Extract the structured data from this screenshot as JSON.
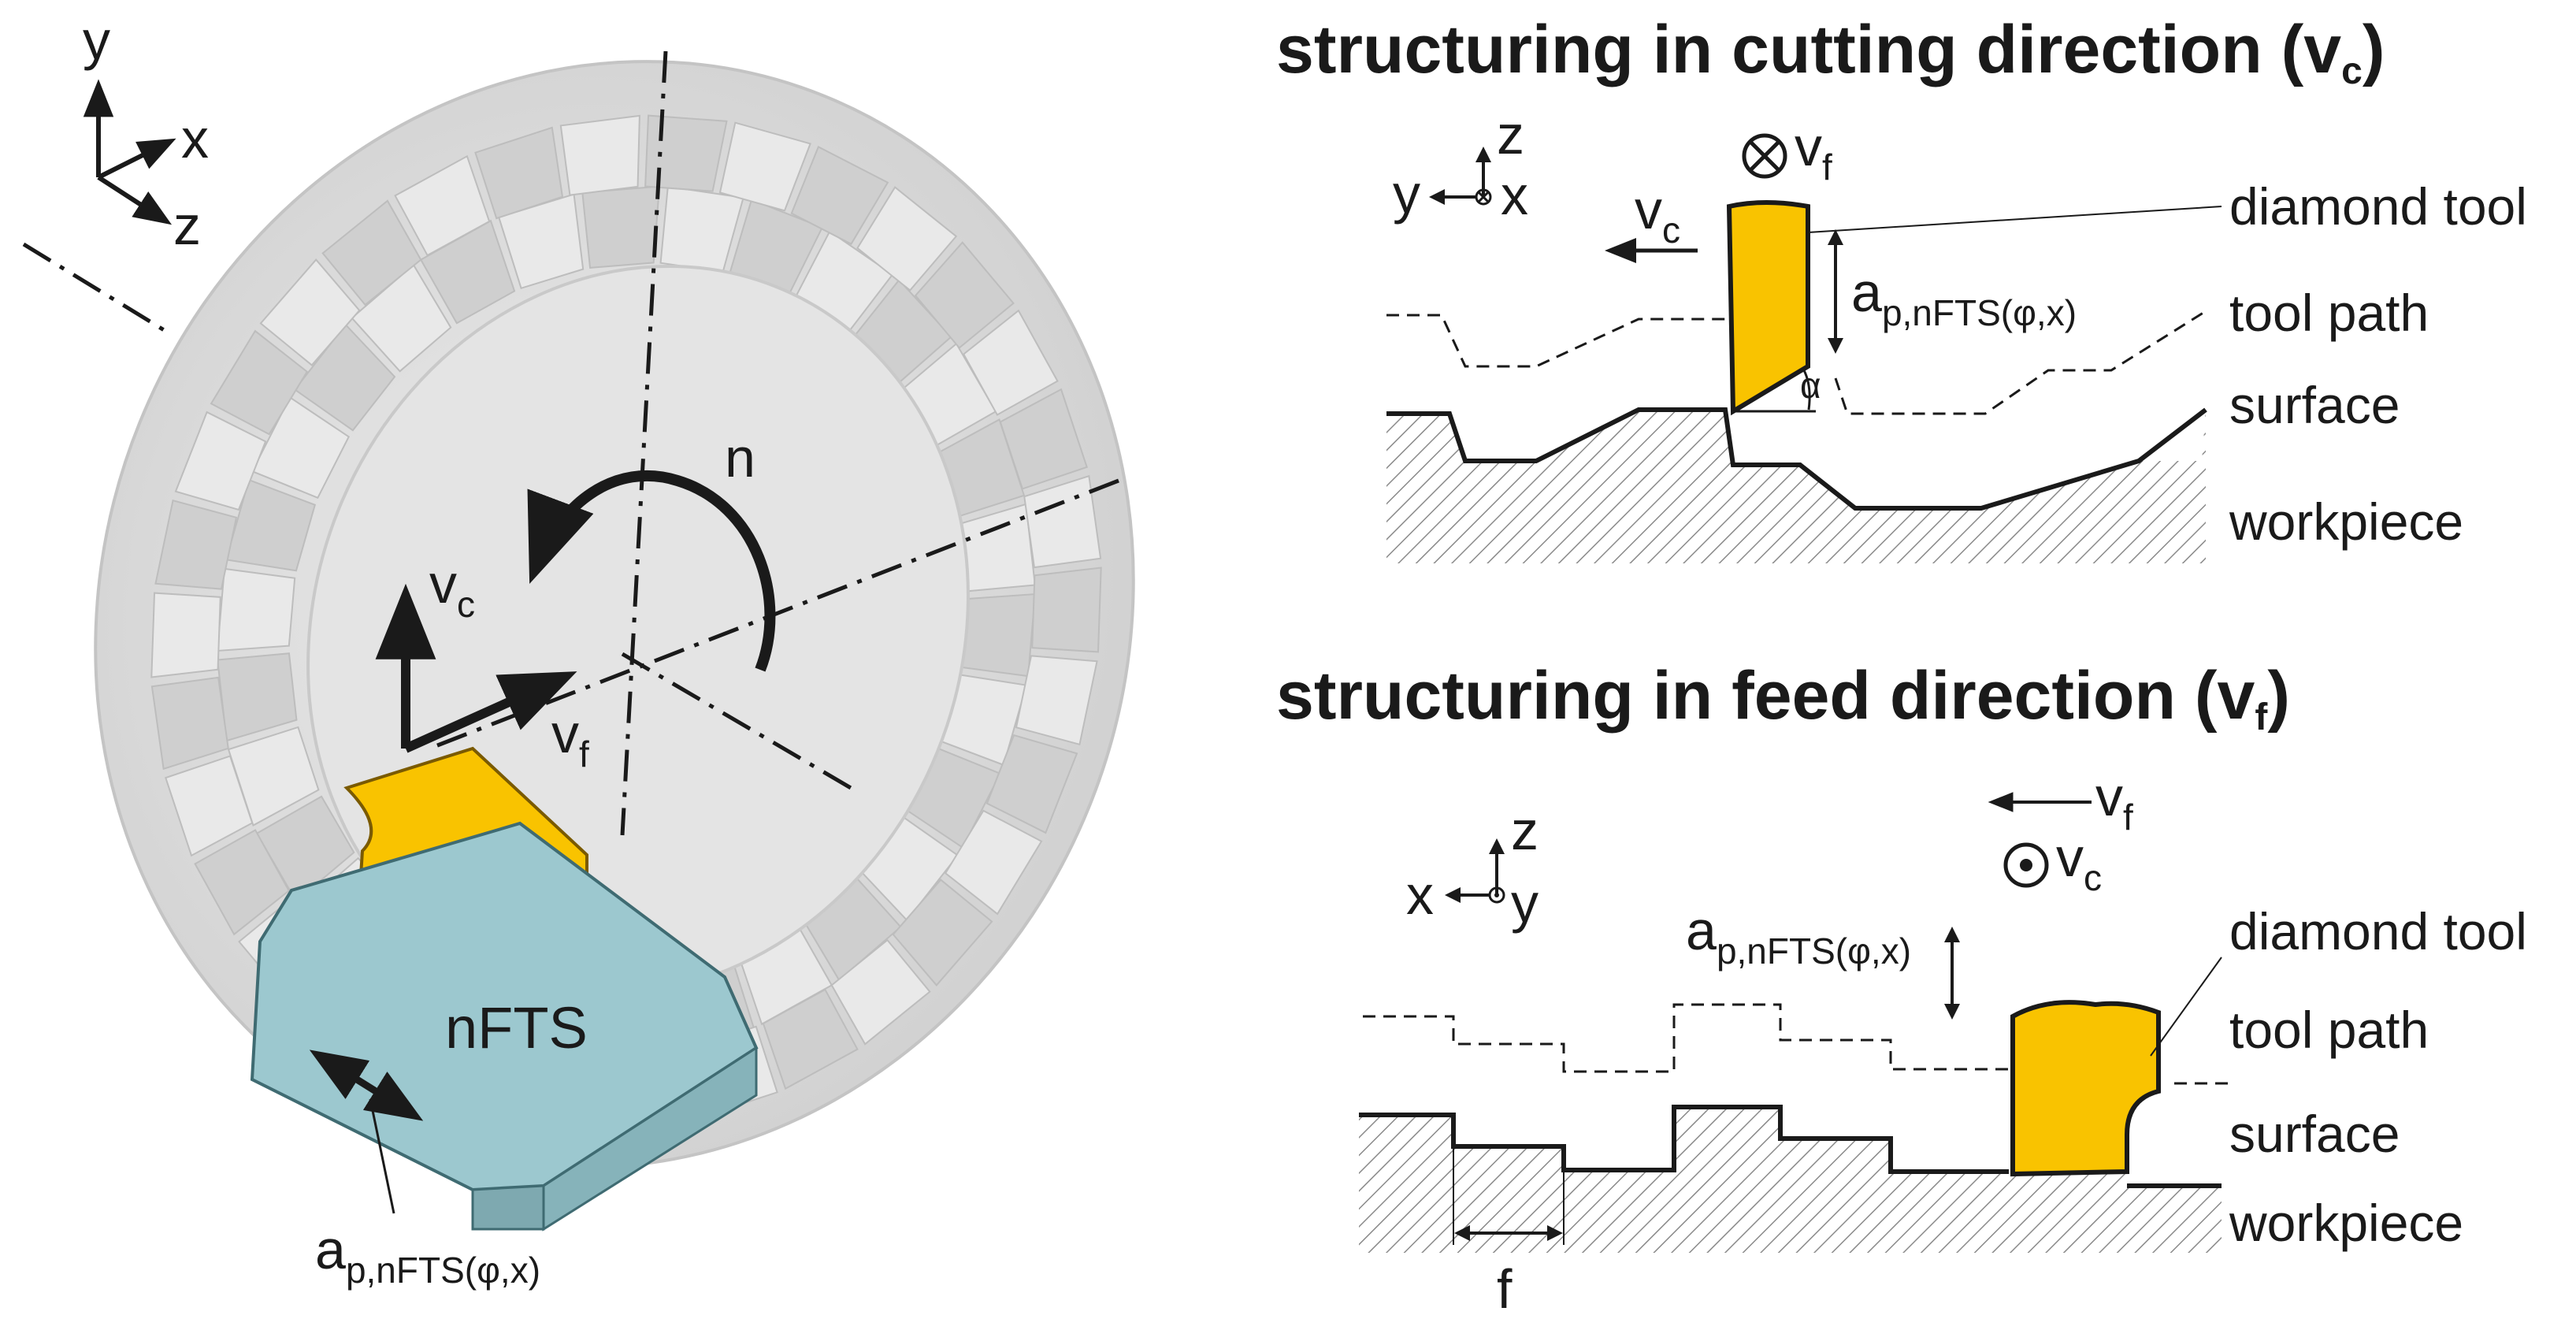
{
  "colors": {
    "tool": "#f9c300",
    "tool_stroke": "#d79d00",
    "nfts_body": "#9cc8cf",
    "disk_light": "#dcdcdc",
    "disk_face": "#e6e6e6",
    "ink": "#1a1a1a"
  },
  "icons": [
    "into-page-symbol",
    "out-of-page-symbol",
    "arrow-head"
  ],
  "left": {
    "axes": {
      "y": "y",
      "x": "x",
      "z": "z"
    },
    "rotation": "n",
    "vc": {
      "main": "v",
      "sub": "c"
    },
    "vf": {
      "main": "v",
      "sub": "f"
    },
    "actuator": "nFTS",
    "ap": {
      "main": "a",
      "sub": "p,nFTS(φ,x)"
    }
  },
  "top": {
    "title": {
      "main": "structuring in cutting direction (v",
      "sub": "c",
      "close": ")"
    },
    "axes": {
      "z": "z",
      "y": "y",
      "x": "x"
    },
    "vf": {
      "main": "v",
      "sub": "f"
    },
    "vc": {
      "main": "v",
      "sub": "c"
    },
    "ap": {
      "main": "a",
      "sub": "p,nFTS(φ,x)"
    },
    "alpha": "α",
    "labels": {
      "tool": "diamond tool",
      "path": "tool path",
      "surface": "surface",
      "workpiece": "workpiece"
    }
  },
  "bottom": {
    "title": {
      "main": "structuring in feed direction (v",
      "sub": "f",
      "close": ")"
    },
    "axes": {
      "z": "z",
      "x": "x",
      "y": "y"
    },
    "vf": {
      "main": "v",
      "sub": "f"
    },
    "vc": {
      "main": "v",
      "sub": "c"
    },
    "ap": {
      "main": "a",
      "sub": "p,nFTS(φ,x)"
    },
    "feed": "f",
    "labels": {
      "tool": "diamond tool",
      "path": "tool path",
      "surface": "surface",
      "workpiece": "workpiece"
    }
  }
}
